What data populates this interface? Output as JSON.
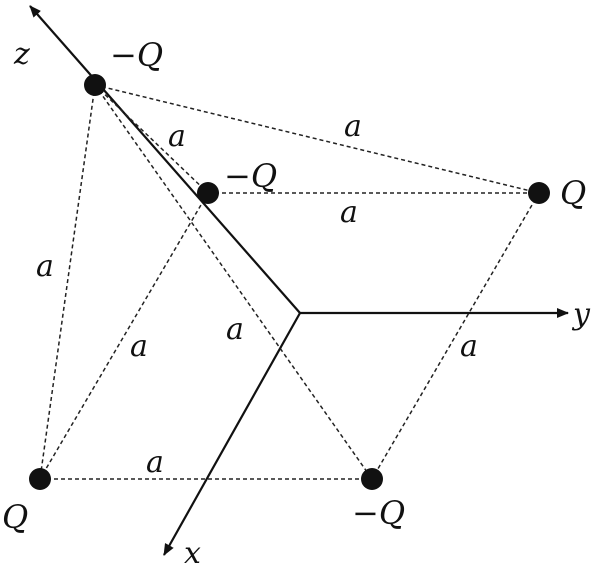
{
  "axes": {
    "z": {
      "label": "z"
    },
    "y": {
      "label": "y"
    },
    "x": {
      "label": "x"
    }
  },
  "charges": [
    {
      "id": "top",
      "label": "−Q"
    },
    {
      "id": "inner",
      "label": "−Q"
    },
    {
      "id": "right",
      "label": "Q"
    },
    {
      "id": "left",
      "label": "Q"
    },
    {
      "id": "bottom-right",
      "label": "−Q"
    }
  ],
  "edge_label": "a",
  "colors": {
    "ink": "#111111",
    "background": "#ffffff"
  }
}
